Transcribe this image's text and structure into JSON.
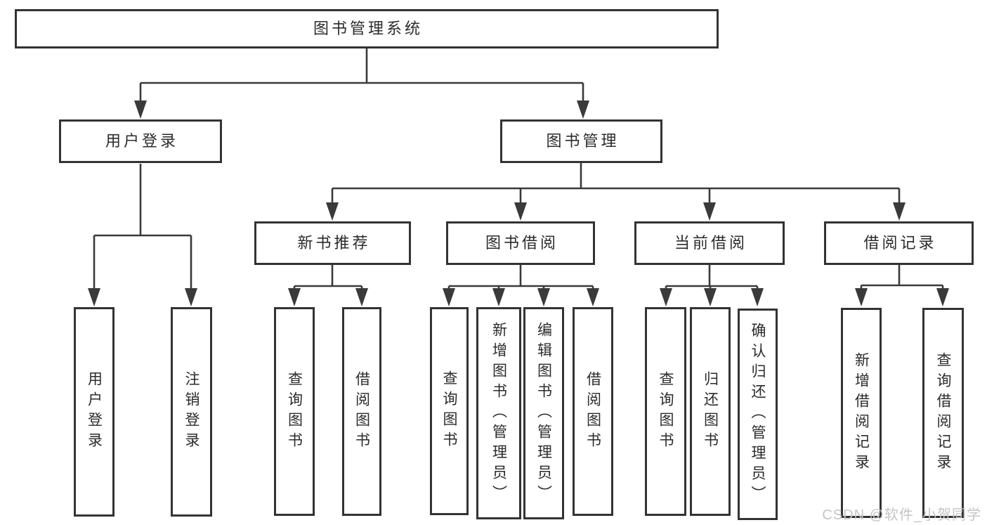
{
  "diagram_type": "hierarchy",
  "tree": {
    "label": "图书管理系统",
    "children": [
      {
        "label": "用户登录",
        "children": [
          {
            "label": "用户登录"
          },
          {
            "label": "注销登录"
          }
        ]
      },
      {
        "label": "图书管理",
        "children": [
          {
            "label": "新书推荐",
            "children": [
              {
                "label": "查询图书"
              },
              {
                "label": "借阅图书"
              }
            ]
          },
          {
            "label": "图书借阅",
            "children": [
              {
                "label": "查询图书"
              },
              {
                "label": "新增图书（管理员）"
              },
              {
                "label": "编辑图书（管理员）"
              },
              {
                "label": "借阅图书"
              }
            ]
          },
          {
            "label": "当前借阅",
            "children": [
              {
                "label": "查询图书"
              },
              {
                "label": "归还图书"
              },
              {
                "label": "确认归还（管理员）"
              }
            ]
          },
          {
            "label": "借阅记录",
            "children": [
              {
                "label": "新增借阅记录"
              },
              {
                "label": "查询借阅记录"
              }
            ]
          }
        ]
      }
    ]
  },
  "watermark": {
    "text": "CSDN @软件_小贺同学"
  },
  "colors": {
    "line": "#3a3a3a",
    "box_border": "#333333",
    "box_fill": "#ffffff",
    "text": "#2b2b2b",
    "background": "#ffffff",
    "watermark": "#c2c5c9"
  }
}
